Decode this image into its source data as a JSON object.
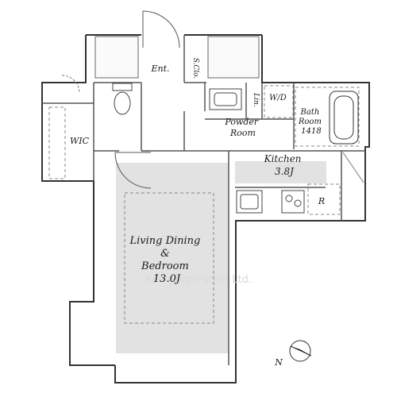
{
  "rooms": {
    "entrance": "Ent.",
    "shoe_closet": "S.Clo.",
    "linen": "Lin.",
    "washer_dryer": "W/D",
    "powder_room": [
      "Powder",
      "Room"
    ],
    "bath_room": [
      "Bath",
      "Room",
      "1418"
    ],
    "walk_in_closet": "WIC",
    "kitchen": [
      "Kitchen",
      "3.8J"
    ],
    "refrigerator": "R",
    "living": [
      "Living Dining",
      "&",
      "Bedroom",
      "13.0J"
    ]
  },
  "compass": {
    "north": "N"
  },
  "watermark": "Ken Corporation Ltd."
}
